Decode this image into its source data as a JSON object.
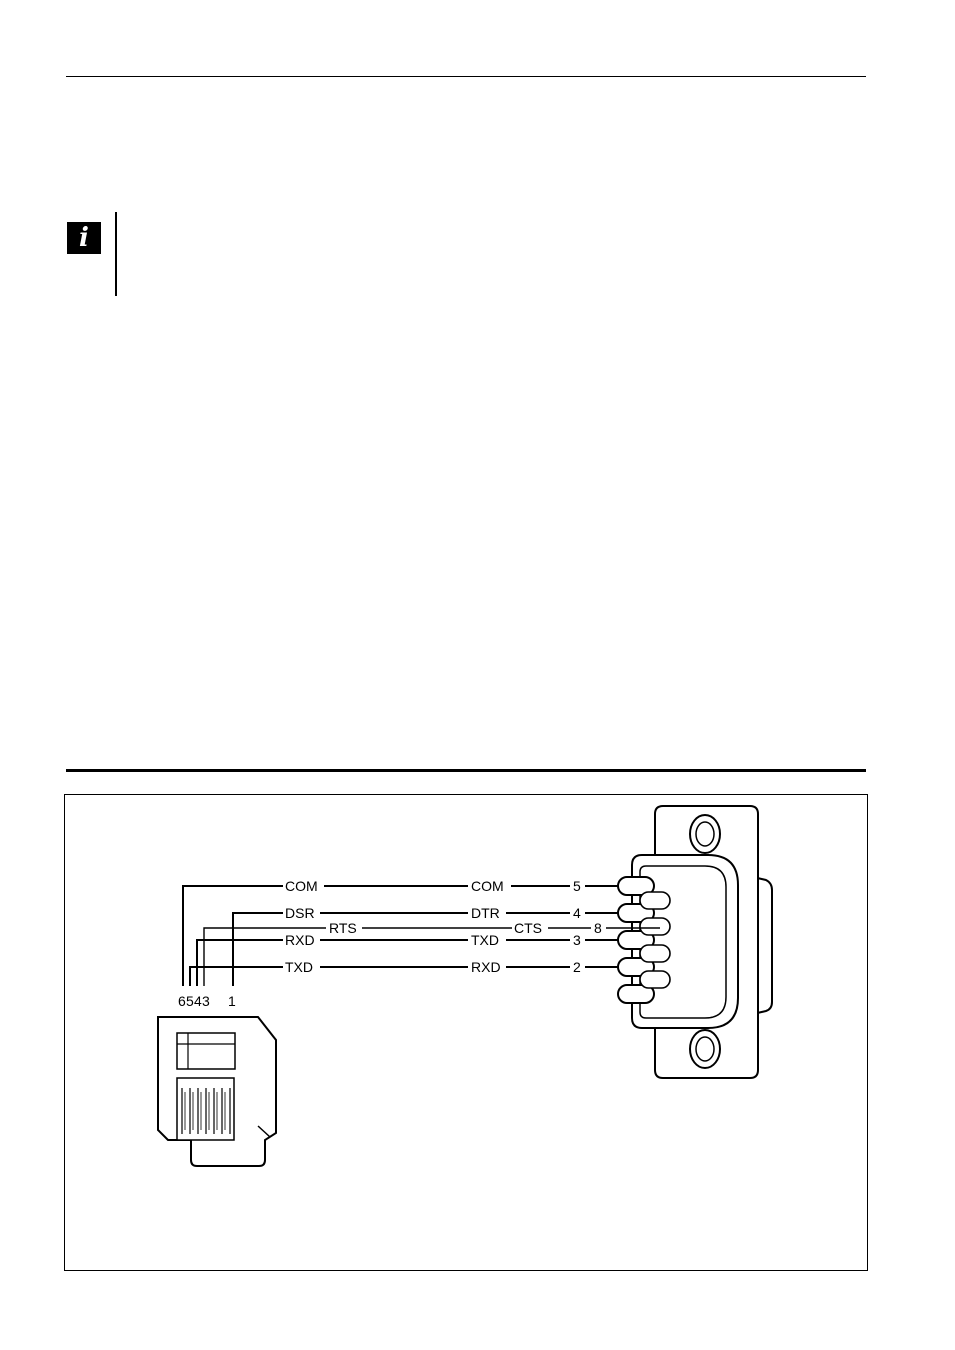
{
  "note": {
    "icon": "info-icon"
  },
  "diagram": {
    "wires": [
      {
        "rj_label": "COM",
        "db9_signal": "COM",
        "db9_pin": "5"
      },
      {
        "rj_label": "DSR",
        "db9_signal": "DTR",
        "db9_pin": "4"
      },
      {
        "rj_label": "RXD",
        "db9_signal": "TXD",
        "db9_pin": "3"
      },
      {
        "rj_label": "TXD",
        "db9_signal": "RXD",
        "db9_pin": "2"
      }
    ],
    "loop": {
      "from_label": "RTS",
      "to_label": "CTS",
      "db9_pin": "8"
    },
    "rj_pins": [
      "6",
      "5",
      "4",
      "3",
      "1"
    ]
  }
}
